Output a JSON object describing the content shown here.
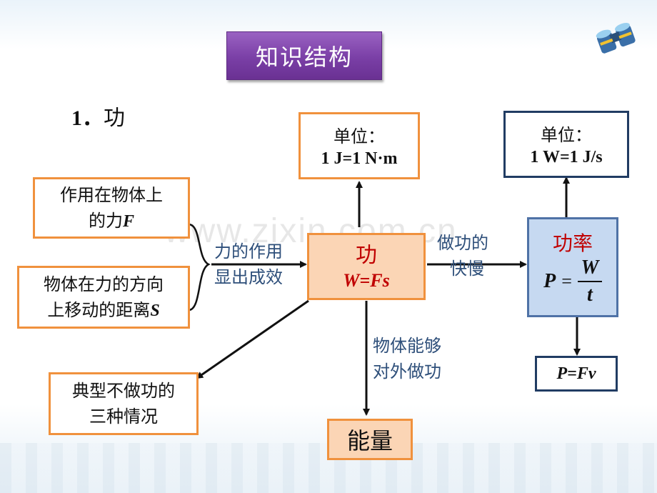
{
  "title": "知识结构",
  "section": {
    "number": "1．",
    "label": "功"
  },
  "watermark": "www.zixin.com.cn",
  "unit_work": {
    "label": "单位：",
    "formula": "1 J=1 N·m"
  },
  "unit_power": {
    "label": "单位：",
    "formula": "1 W=1 J/s"
  },
  "force_box": {
    "line1": "作用在物体上",
    "line2_prefix": "的力",
    "line2_var": "F"
  },
  "distance_box": {
    "line1": "物体在力的方向",
    "line2_prefix": "上移动的距离",
    "line2_var": "S"
  },
  "brace_text": {
    "line1": "力的作用",
    "line2": "显出成效"
  },
  "work_box": {
    "title": "功",
    "formula": "W=Fs"
  },
  "rate_text": {
    "line1": "做功的",
    "line2": "快慢"
  },
  "power_box": {
    "title": "功率",
    "lhs": "P",
    "eq": "=",
    "num": "W",
    "den": "t"
  },
  "power_formula_box": "P=Fv",
  "energy_text": {
    "line1": "物体能够",
    "line2": "对外做功"
  },
  "no_work_box": {
    "line1": "典型不做功的",
    "line2": "三种情况"
  },
  "energy_box": "能量",
  "colors": {
    "orange_border": "#f0913d",
    "orange_fill": "#fbd5b5",
    "navy_border": "#213c63",
    "blue_fill": "#c6d9f1",
    "purple": "#7a3fa6",
    "red": "#c00000",
    "blue_text": "#2e4f7a"
  },
  "icons": [
    "binoculars-icon"
  ]
}
